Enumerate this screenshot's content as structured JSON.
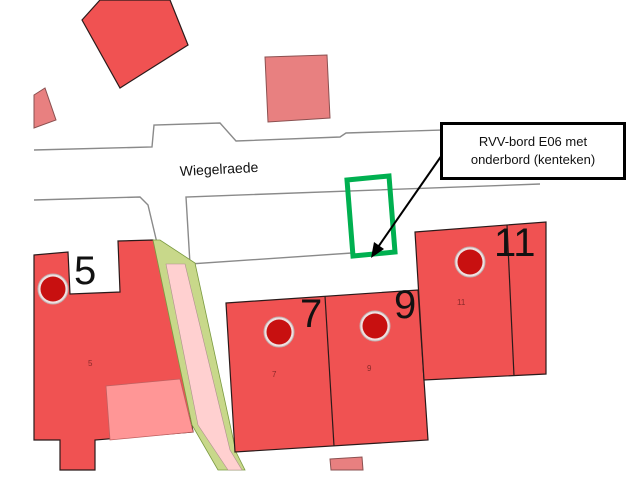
{
  "street_name": "Wiegelraede",
  "callout": {
    "line1": "RVV-bord E06 met",
    "line2": "onderbord (kenteken)"
  },
  "house_numbers": {
    "large": [
      "5",
      "7",
      "9",
      "11"
    ],
    "small": [
      "5",
      "7",
      "9",
      "11"
    ]
  },
  "colors": {
    "building": "#f05252",
    "highlight": "#00b050",
    "tree": "#c81010",
    "path_green": "#c8d88a",
    "path_pink": "#ffd0d0"
  },
  "icons": {
    "tree": "tree-marker-icon",
    "arrow": "arrow-icon"
  }
}
